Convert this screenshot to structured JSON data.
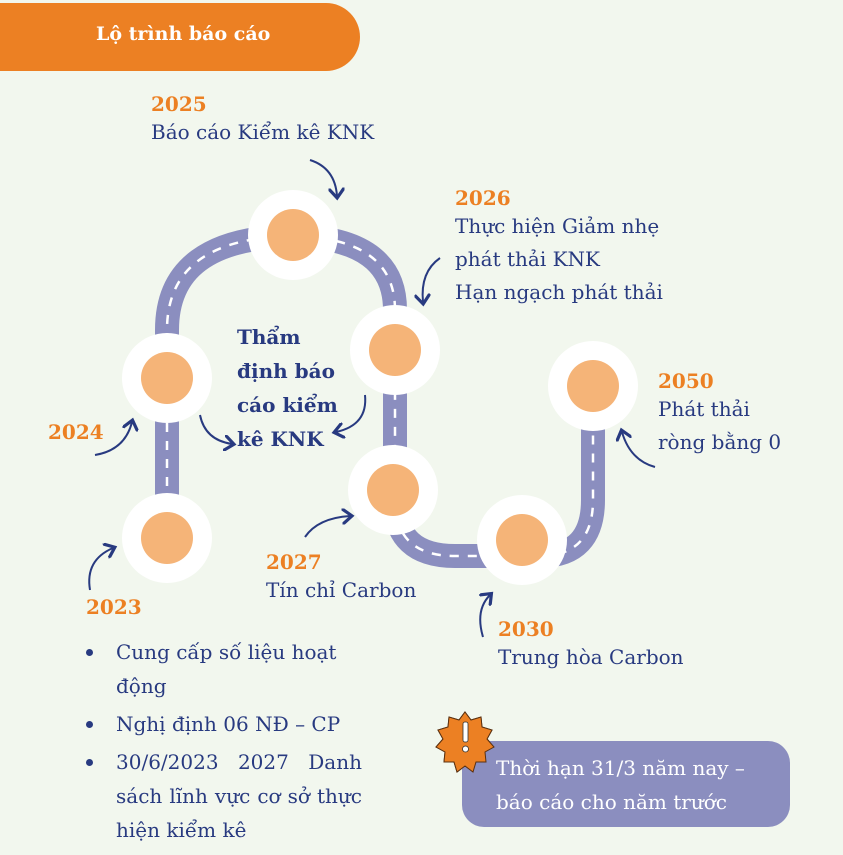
{
  "header": {
    "title": "Lộ trình báo cáo"
  },
  "colors": {
    "accent": "#ec8023",
    "text": "#283a80",
    "road": "#8b8ebf",
    "milestone": "#f5b478",
    "background": "#f2f7ee"
  },
  "milestones": [
    {
      "year": "2023",
      "lines": []
    },
    {
      "year": "2024",
      "lines": []
    },
    {
      "year": "2025",
      "lines": [
        "Báo cáo Kiểm kê KNK"
      ]
    },
    {
      "year": "2026",
      "lines": [
        "Thực hiện Giảm nhẹ",
        "phát thải KNK",
        "Hạn ngạch phát thải"
      ]
    },
    {
      "year": "2027",
      "lines": [
        "Tín chỉ Carbon"
      ]
    },
    {
      "year": "2030",
      "lines": [
        "Trung hòa Carbon"
      ]
    },
    {
      "year": "2050",
      "lines": [
        "Phát thải",
        "ròng bằng 0"
      ]
    }
  ],
  "center_label": [
    "Thẩm",
    "định báo",
    "cáo kiểm",
    "kê KNK"
  ],
  "bullets": [
    "Cung cấp số liệu hoạt động",
    "Nghị định 06 NĐ – CP",
    "30/6/2023 2027 Danh sách lĩnh vực cơ sở thực hiện kiểm kê"
  ],
  "note": {
    "icon": "exclamation-badge-icon",
    "lines": [
      "Thời hạn 31/3 năm nay –",
      "báo cáo cho năm trước"
    ]
  }
}
